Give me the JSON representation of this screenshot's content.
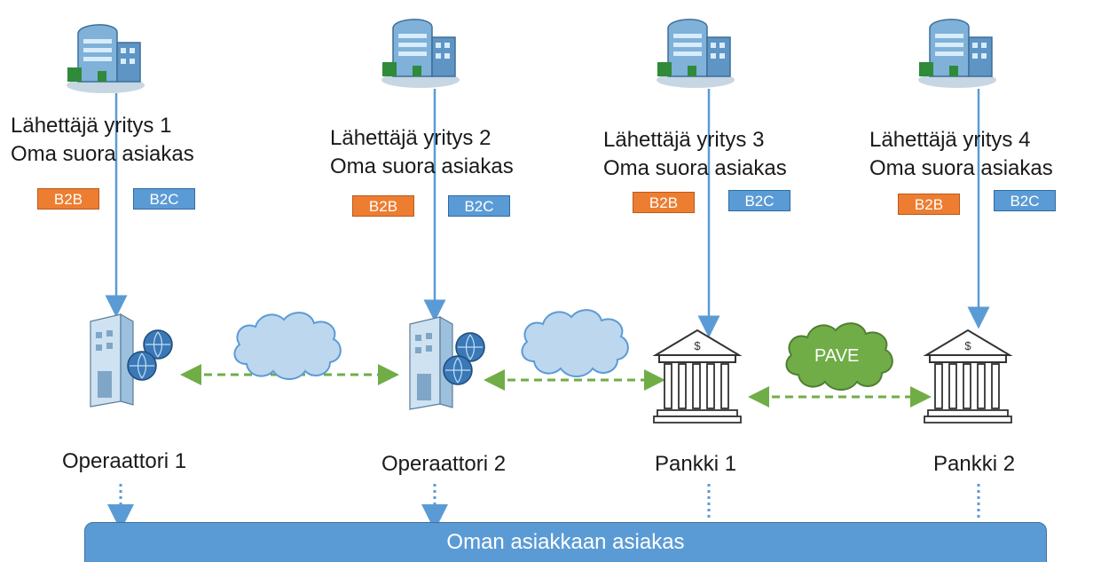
{
  "senders": [
    {
      "line1": "Lähettäjä yritys 1",
      "line2": "Oma suora asiakas",
      "b2b": "B2B",
      "b2c": "B2C"
    },
    {
      "line1": "Lähettäjä yritys 2",
      "line2": "Oma suora asiakas",
      "b2b": "B2B",
      "b2c": "B2C"
    },
    {
      "line1": "Lähettäjä yritys 3",
      "line2": "Oma suora asiakas",
      "b2b": "B2B",
      "b2c": "B2C"
    },
    {
      "line1": "Lähettäjä yritys 4",
      "line2": "Oma suora asiakas",
      "b2b": "B2B",
      "b2c": "B2C"
    }
  ],
  "nodes": [
    {
      "label": "Operaattori 1"
    },
    {
      "label": "Operaattori 2"
    },
    {
      "label": "Pankki 1"
    },
    {
      "label": "Pankki 2"
    }
  ],
  "clouds": {
    "pave": "PAVE"
  },
  "bottom": {
    "label": "Oman asiakkaan asiakas"
  },
  "colors": {
    "arrow_blue": "#5b9bd5",
    "dashed_green": "#70ad47",
    "cloud_blue": "#bdd7ee",
    "cloud_green": "#70ad47",
    "b2b_orange": "#ed7d31",
    "b2c_blue": "#5b9bd5",
    "bar_blue": "#5b9bd5"
  },
  "icons": {
    "sender": "office-building-icon",
    "operator": "server-globe-icon",
    "bank": "bank-building-icon",
    "cloud": "cloud-icon"
  }
}
